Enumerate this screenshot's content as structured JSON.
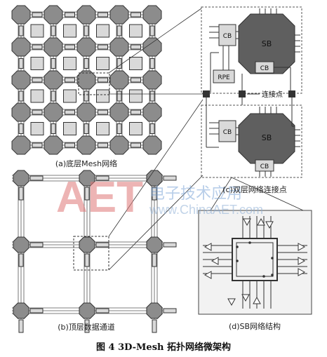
{
  "panels": {
    "a_caption": "(a)底层Mesh网络",
    "b_caption": "(b)顶层数据通道",
    "c_caption": "(c)双层网络连接点",
    "d_caption": "(d)SB网络结构"
  },
  "labels": {
    "sb": "SB",
    "cb": "CB",
    "rpe": "RPE",
    "connect_point": "连接点"
  },
  "watermark": {
    "logo": "AET",
    "cn": "电子技术应用",
    "url": "www.ChinaAET.com"
  },
  "figure_title": "图 4   3D-Mesh 拓扑网络微架构",
  "colors": {
    "octagon": "#8c8c8c",
    "octagon_dark": "#5a5a5a",
    "box_light": "#d9d9d9",
    "watermark": "#e07878"
  }
}
